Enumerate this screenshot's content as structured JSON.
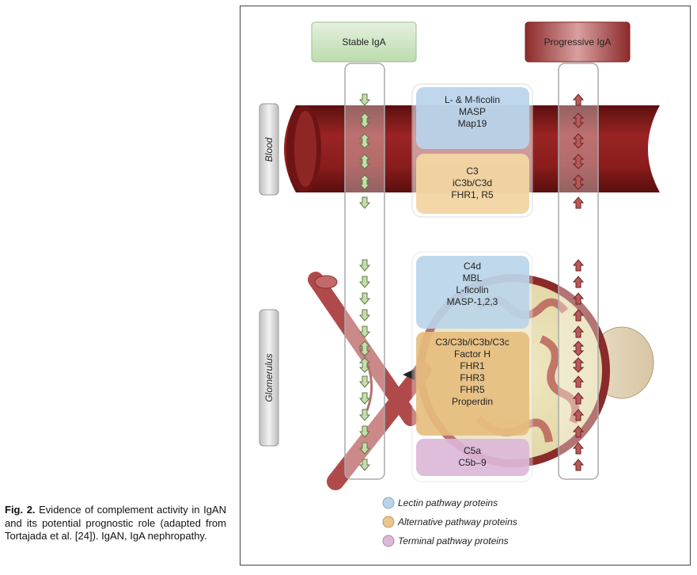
{
  "headers": {
    "stable": "Stable IgA",
    "progressive": "Progressive IgA"
  },
  "side_labels": {
    "blood": "Blood",
    "glomerulus": "Glomerulus"
  },
  "blood_boxes": {
    "lectin": [
      "L- & M-ficolin",
      "MASP",
      "Map19"
    ],
    "alternative": [
      "C3",
      "iC3b/C3d",
      "FHR1, R5"
    ]
  },
  "glomerulus_boxes": {
    "lectin": [
      "C4d",
      "MBL",
      "L-ficolin",
      "MASP-1,2,3"
    ],
    "alternative": [
      "C3/C3b/iC3b/C3c",
      "Factor H",
      "FHR1",
      "FHR3",
      "FHR5",
      "Properdin"
    ],
    "terminal": [
      "C5a",
      "C5b–9"
    ]
  },
  "arrows": {
    "stable_blood": [
      "down",
      "updown",
      "updown",
      "updown",
      "updown",
      "down"
    ],
    "stable_glom": [
      "down",
      "down",
      "down",
      "down",
      "down",
      "updown",
      "updown",
      "down",
      "down",
      "down",
      "down",
      "down",
      "down"
    ],
    "prog_blood": [
      "up",
      "updown",
      "updown",
      "updown",
      "updown",
      "up"
    ],
    "prog_glom": [
      "up",
      "up",
      "up",
      "up",
      "up",
      "updown",
      "updown",
      "up",
      "up",
      "up",
      "up",
      "up",
      "up"
    ]
  },
  "legend": [
    {
      "label": "Lectin pathway proteins",
      "color": "#b9d4ea"
    },
    {
      "label": "Alternative pathway proteins",
      "color": "#e8c88e"
    },
    {
      "label": "Terminal pathway proteins",
      "color": "#dcb7d8"
    }
  ],
  "colors": {
    "vessel": "#8f2020",
    "stable_header": "#cfe6c4",
    "progressive_header": "#b04646",
    "arrow_green": "#c9dcae",
    "arrow_red": "#b85a5a"
  },
  "caption": {
    "fig": "Fig. 2.",
    "text": " Evidence of complement activity in IgAN and its potential prognostic role (adapted from Tortajada et al. [24]). IgAN, IgA nephropathy."
  }
}
